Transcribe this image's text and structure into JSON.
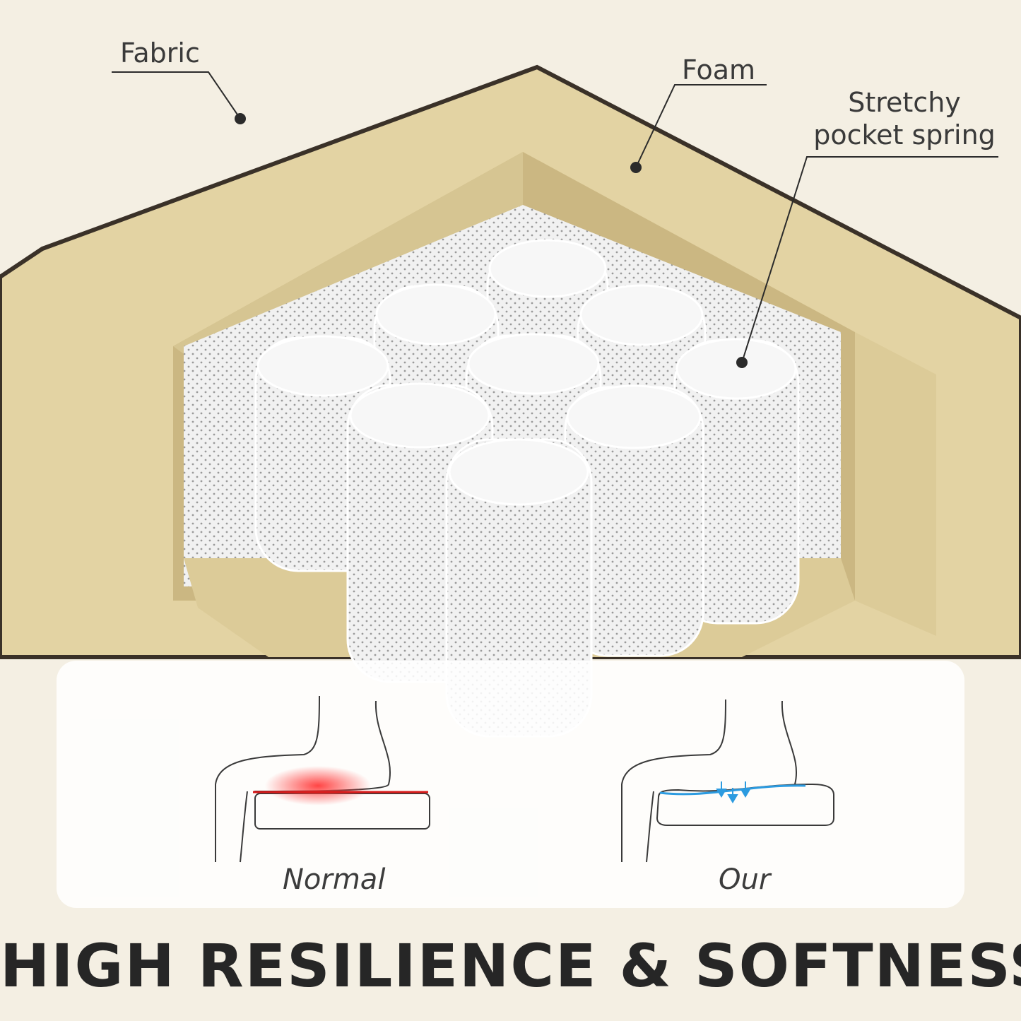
{
  "callouts": {
    "fabric": "Fabric",
    "foam": "Foam",
    "spring_line1": "Stretchy",
    "spring_line2": "pocket spring"
  },
  "comparison": {
    "normal_label": "Normal",
    "our_label": "Our"
  },
  "headline": "HIGH RESILIENCE & SOFTNESS",
  "colors": {
    "fabric": "#f4efe3",
    "foam": "#e3d3a3",
    "foam_shadow": "#cbb782",
    "spring": "#efefef",
    "pressure_red": "#e01b1b",
    "support_blue": "#2c9be0",
    "text": "#262626"
  }
}
